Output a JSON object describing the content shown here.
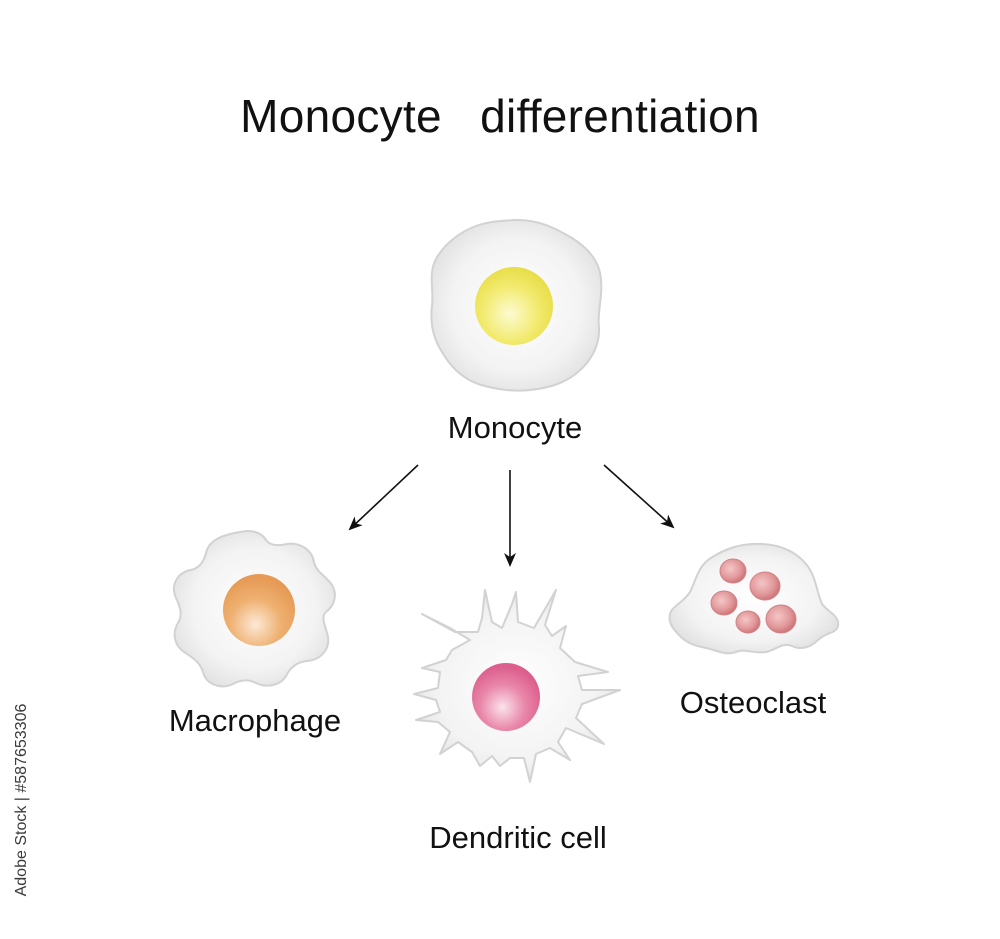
{
  "title": "Monocyte  differentiation",
  "cells": {
    "monocyte": {
      "label": "Monocyte",
      "nucleus_color": "#f2ea6e"
    },
    "macrophage": {
      "label": "Macrophage",
      "nucleus_color": "#eeb070"
    },
    "dendritic": {
      "label": "Dendritic cell",
      "nucleus_color": "#e987a9"
    },
    "osteoclast": {
      "label": "Osteoclast",
      "nucleus_color": "#e29a9c"
    }
  },
  "watermark": "Adobe Stock | #587653306",
  "colors": {
    "cell_body": "#ececec",
    "cell_outline": "#d2d2d2",
    "arrow": "#111111",
    "text": "#111111"
  }
}
